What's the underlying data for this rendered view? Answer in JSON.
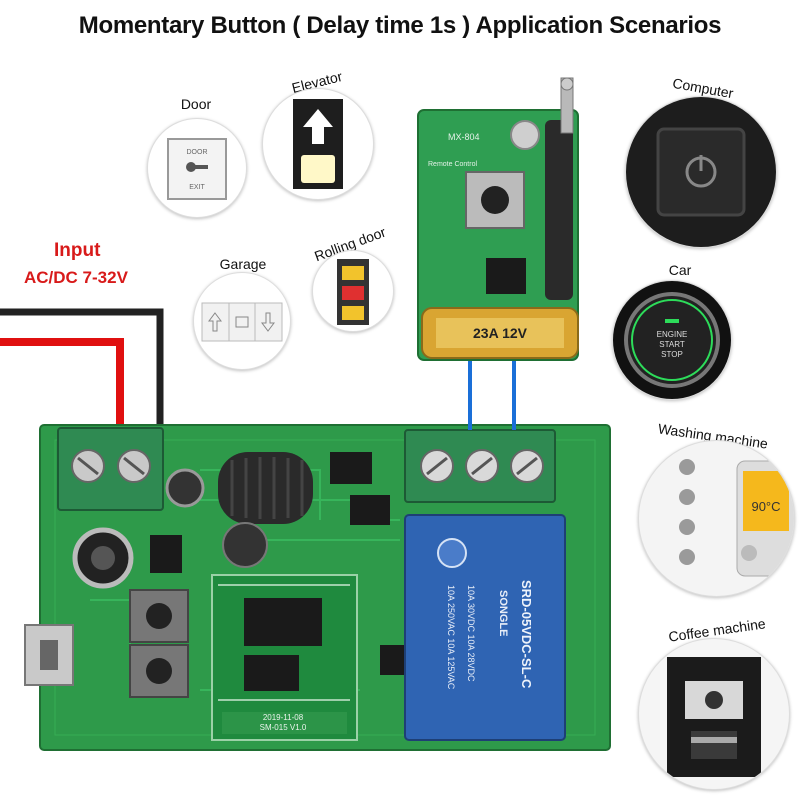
{
  "header": {
    "title": "Momentary Button ( Delay time 1s ) Application Scenarios"
  },
  "input": {
    "title": "Input",
    "voltage": "AC/DC 7-32V"
  },
  "scenarios": {
    "door": "Door",
    "elevator": "Elevator",
    "garage": "Garage",
    "rolling_door": "Rolling door",
    "computer": "Computer",
    "car": "Car",
    "washing_machine": "Washing machine",
    "coffee_machine": "Coffee machine"
  },
  "remote": {
    "model": "MX-804",
    "battery": "23A 12V",
    "pcb_text": "Remote Control"
  },
  "board": {
    "relay_brand": "SONGLE",
    "relay_model": "SRD-05VDC-SL-C",
    "module_label": "SM-015 V1.0",
    "module_date": "2019-11-08"
  },
  "colors": {
    "pcb": "#2e9a4a",
    "terminal": "#2f8a52",
    "relay": "#2f64b3",
    "wire_red": "#e01010",
    "wire_blue": "#1a6fd8",
    "input_text": "#d81a1a"
  }
}
